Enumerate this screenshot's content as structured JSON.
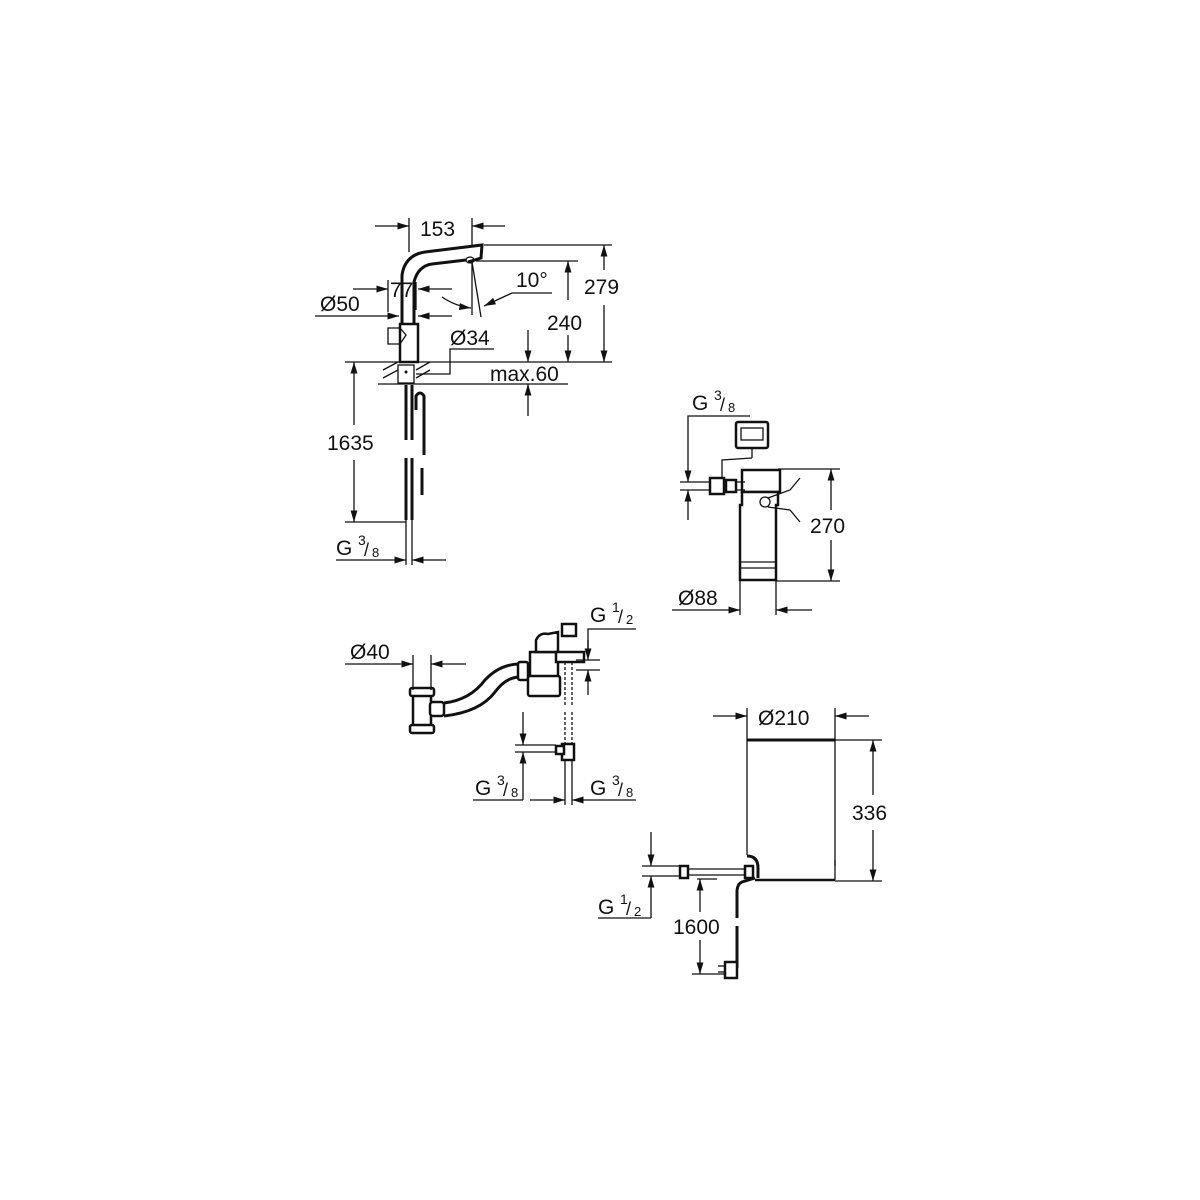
{
  "drawing": {
    "faucet": {
      "width": "153",
      "height_total": "279",
      "height_spout": "240",
      "angle": "10°",
      "base_width": "77",
      "base_diameter": "Ø50",
      "hole_diameter": "Ø34",
      "counter_thickness": "max.60",
      "hose_length": "1635",
      "connection": {
        "main": "G",
        "num": "3",
        "den": "8"
      }
    },
    "filter": {
      "connection": {
        "main": "G",
        "num": "3",
        "den": "8"
      },
      "height": "270",
      "diameter": "Ø88"
    },
    "valve_assembly": {
      "pipe_diameter": "Ø40",
      "connection_top": {
        "main": "G",
        "num": "1",
        "den": "2"
      },
      "connection_left": {
        "main": "G",
        "num": "3",
        "den": "8"
      },
      "connection_right": {
        "main": "G",
        "num": "3",
        "den": "8"
      }
    },
    "boiler": {
      "diameter": "Ø210",
      "height": "336",
      "connection": {
        "main": "G",
        "num": "1",
        "den": "2"
      },
      "cable_length": "1600"
    }
  },
  "colors": {
    "line": "#111111",
    "background": "#ffffff"
  }
}
